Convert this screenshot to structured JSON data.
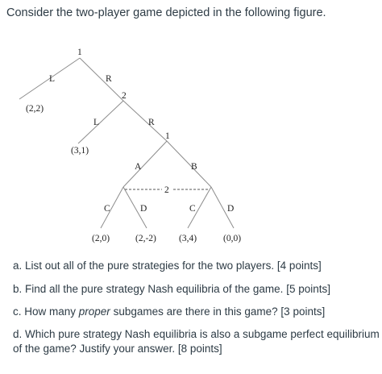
{
  "intro": "Consider the two-player game depicted in the following figure.",
  "tree": {
    "player_root": "1",
    "move_L1": "L",
    "move_R1": "R",
    "payoff_L1": "(2,2)",
    "player_second": "2",
    "move_L2": "L",
    "move_R2": "R",
    "payoff_L2": "(3,1)",
    "player_third": "1",
    "move_A": "A",
    "move_B": "B",
    "info_set_player": "2",
    "move_C_left": "C",
    "move_D_left": "D",
    "move_C_right": "C",
    "move_D_right": "D",
    "payoff_AC": "(2,0)",
    "payoff_AD": "(2,-2)",
    "payoff_BC": "(3,4)",
    "payoff_BD": "(0,0)"
  },
  "questions": {
    "a": "a. List out all of the pure strategies for the two players. [4 points]",
    "b": "b. Find all the pure strategy Nash equilibria of the game. [5 points]",
    "c_pre": "c. How many ",
    "c_em": "proper",
    "c_post": " subgames are there in this game? [3 points]",
    "d": "d. Which pure strategy Nash equilibria is also a subgame perfect equilibrium of the game? Justify your answer. [8 points]"
  }
}
